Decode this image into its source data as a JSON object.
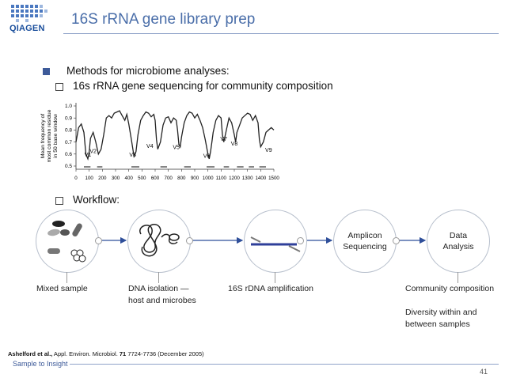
{
  "header": {
    "logo_text": "QIAGEN",
    "title": "16S rRNA gene library prep"
  },
  "bullets": {
    "main": "Methods for microbiome analyses:",
    "sub1": "16s rRNA gene sequencing for community composition",
    "sub2": "Workflow:"
  },
  "chart_data": {
    "type": "line",
    "ylabel": "Mean frequency of most common residue in 50 base window",
    "ylabel_lines": [
      "Mean frequency of",
      "most common residue",
      "in 50 base window"
    ],
    "xlim": [
      0,
      1500
    ],
    "ylim": [
      0.5,
      1.0
    ],
    "x_ticks": [
      0,
      100,
      200,
      300,
      400,
      500,
      600,
      700,
      800,
      900,
      1000,
      1100,
      1200,
      1300,
      1400,
      1500
    ],
    "y_ticks": [
      "0.5",
      "0.6",
      "0.7",
      "0.8",
      "0.9",
      "1.0"
    ],
    "y_tick_values": [
      0.5,
      0.6,
      0.7,
      0.8,
      0.9,
      1.0
    ],
    "region_labels": [
      {
        "label": "V1",
        "x": 90,
        "y": 0.58
      },
      {
        "label": "V2",
        "x": 130,
        "y": 0.61
      },
      {
        "label": "V3",
        "x": 430,
        "y": 0.58
      },
      {
        "label": "V4",
        "x": 560,
        "y": 0.65
      },
      {
        "label": "V5",
        "x": 760,
        "y": 0.64
      },
      {
        "label": "V6",
        "x": 990,
        "y": 0.57
      },
      {
        "label": "V7",
        "x": 1120,
        "y": 0.71
      },
      {
        "label": "V8",
        "x": 1200,
        "y": 0.67
      },
      {
        "label": "V9",
        "x": 1460,
        "y": 0.62
      }
    ],
    "region_bars": [
      [
        60,
        110
      ],
      [
        160,
        200
      ],
      [
        420,
        480
      ],
      [
        640,
        690
      ],
      [
        820,
        870
      ],
      [
        990,
        1050
      ],
      [
        1120,
        1160
      ],
      [
        1220,
        1270
      ],
      [
        1310,
        1350
      ],
      [
        1390,
        1440
      ]
    ],
    "series": [
      {
        "x": [
          0,
          20,
          40,
          60,
          75,
          90,
          100,
          110,
          130,
          150,
          170,
          190,
          210,
          230,
          250,
          270,
          290,
          310,
          330,
          350,
          370,
          385,
          400,
          420,
          440,
          455,
          470,
          490,
          510,
          530,
          550,
          570,
          590,
          600,
          610,
          620,
          640,
          660,
          680,
          700,
          720,
          740,
          760,
          770,
          780,
          790,
          800,
          820,
          840,
          860,
          880,
          900,
          920,
          940,
          960,
          980,
          1000,
          1010,
          1020,
          1030,
          1040,
          1060,
          1080,
          1100,
          1110,
          1120,
          1140,
          1160,
          1180,
          1200,
          1210,
          1220,
          1240,
          1260,
          1280,
          1300,
          1320,
          1340,
          1360,
          1380,
          1390,
          1400,
          1420,
          1440,
          1460,
          1480,
          1500
        ],
        "y": [
          0.7,
          0.82,
          0.85,
          0.78,
          0.6,
          0.56,
          0.62,
          0.73,
          0.78,
          0.7,
          0.6,
          0.64,
          0.76,
          0.9,
          0.92,
          0.9,
          0.94,
          0.95,
          0.96,
          0.92,
          0.88,
          0.93,
          0.85,
          0.72,
          0.58,
          0.62,
          0.76,
          0.88,
          0.92,
          0.95,
          0.94,
          0.91,
          0.93,
          0.88,
          0.72,
          0.64,
          0.7,
          0.84,
          0.9,
          0.91,
          0.86,
          0.9,
          0.88,
          0.8,
          0.68,
          0.66,
          0.74,
          0.86,
          0.92,
          0.95,
          0.94,
          0.9,
          0.93,
          0.88,
          0.82,
          0.72,
          0.6,
          0.56,
          0.62,
          0.7,
          0.78,
          0.88,
          0.92,
          0.9,
          0.76,
          0.7,
          0.8,
          0.9,
          0.86,
          0.76,
          0.7,
          0.78,
          0.84,
          0.9,
          0.92,
          0.94,
          0.93,
          0.88,
          0.92,
          0.86,
          0.72,
          0.66,
          0.7,
          0.78,
          0.8,
          0.82,
          0.8
        ]
      }
    ]
  },
  "workflow": {
    "nodes": [
      {
        "text": "",
        "caption": "Mixed sample"
      },
      {
        "text": "",
        "caption": "DNA isolation —\nhost and microbes"
      },
      {
        "text": "",
        "caption": "16S rDNA amplification"
      },
      {
        "text": "Amplicon\nSequencing",
        "caption": ""
      },
      {
        "text": "Data\nAnalysis",
        "caption": "Community composition"
      }
    ],
    "extra_caption": "Diversity within and\nbetween samples"
  },
  "footer": {
    "citation_author": "Ashelford et al.,",
    "citation_journal": " Appl. Environ. Microbiol. ",
    "citation_volume": "71",
    "citation_rest": " 7724-7736 (December 2005)",
    "tagline": "Sample to Insight",
    "page_number": "41"
  },
  "colors": {
    "title": "#4a6ea9",
    "accent": "#3d5a99",
    "arrow": "#2f4f9a",
    "rule": "#8fa2c8"
  }
}
